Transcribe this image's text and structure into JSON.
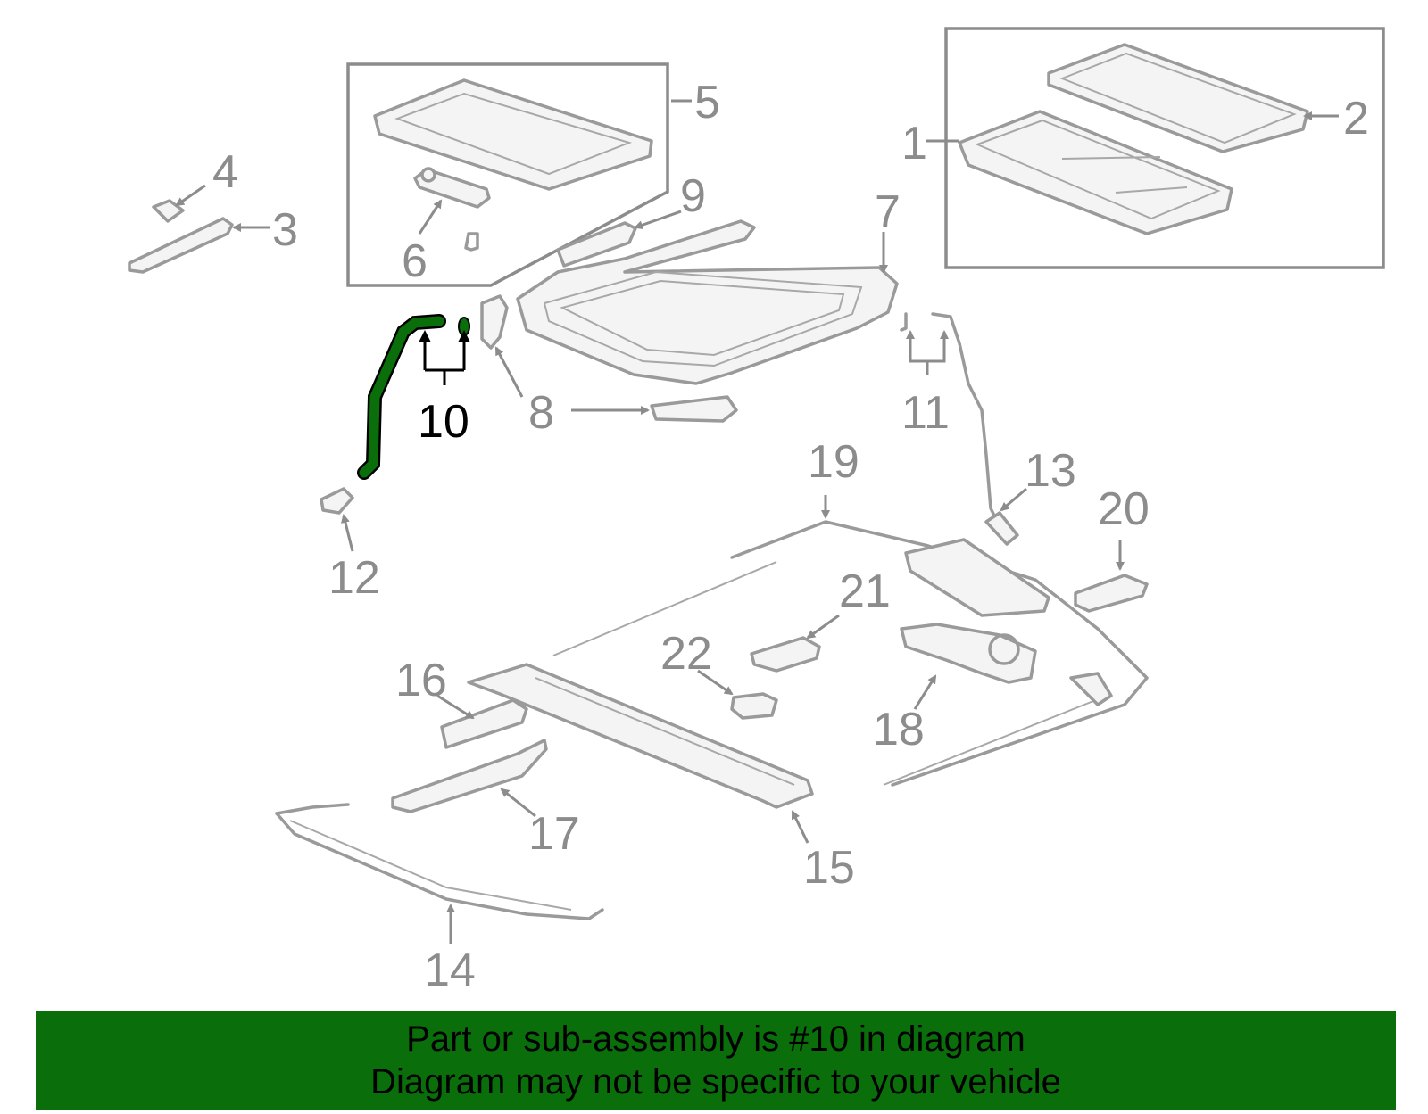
{
  "callouts": {
    "c1": "1",
    "c2": "2",
    "c3": "3",
    "c4": "4",
    "c5": "5",
    "c6": "6",
    "c7": "7",
    "c8": "8",
    "c9": "9",
    "c10": "10",
    "c11": "11",
    "c12": "12",
    "c13": "13",
    "c14": "14",
    "c15": "15",
    "c16": "16",
    "c17": "17",
    "c18": "18",
    "c19": "19",
    "c20": "20",
    "c21": "21",
    "c22": "22"
  },
  "highlight": {
    "part_number": "10",
    "color": "#0a6e0a"
  },
  "banner": {
    "line1": "Part or sub-assembly is #10 in diagram",
    "line2": "Diagram may not be specific to your vehicle",
    "background": "#0a6e0a"
  }
}
